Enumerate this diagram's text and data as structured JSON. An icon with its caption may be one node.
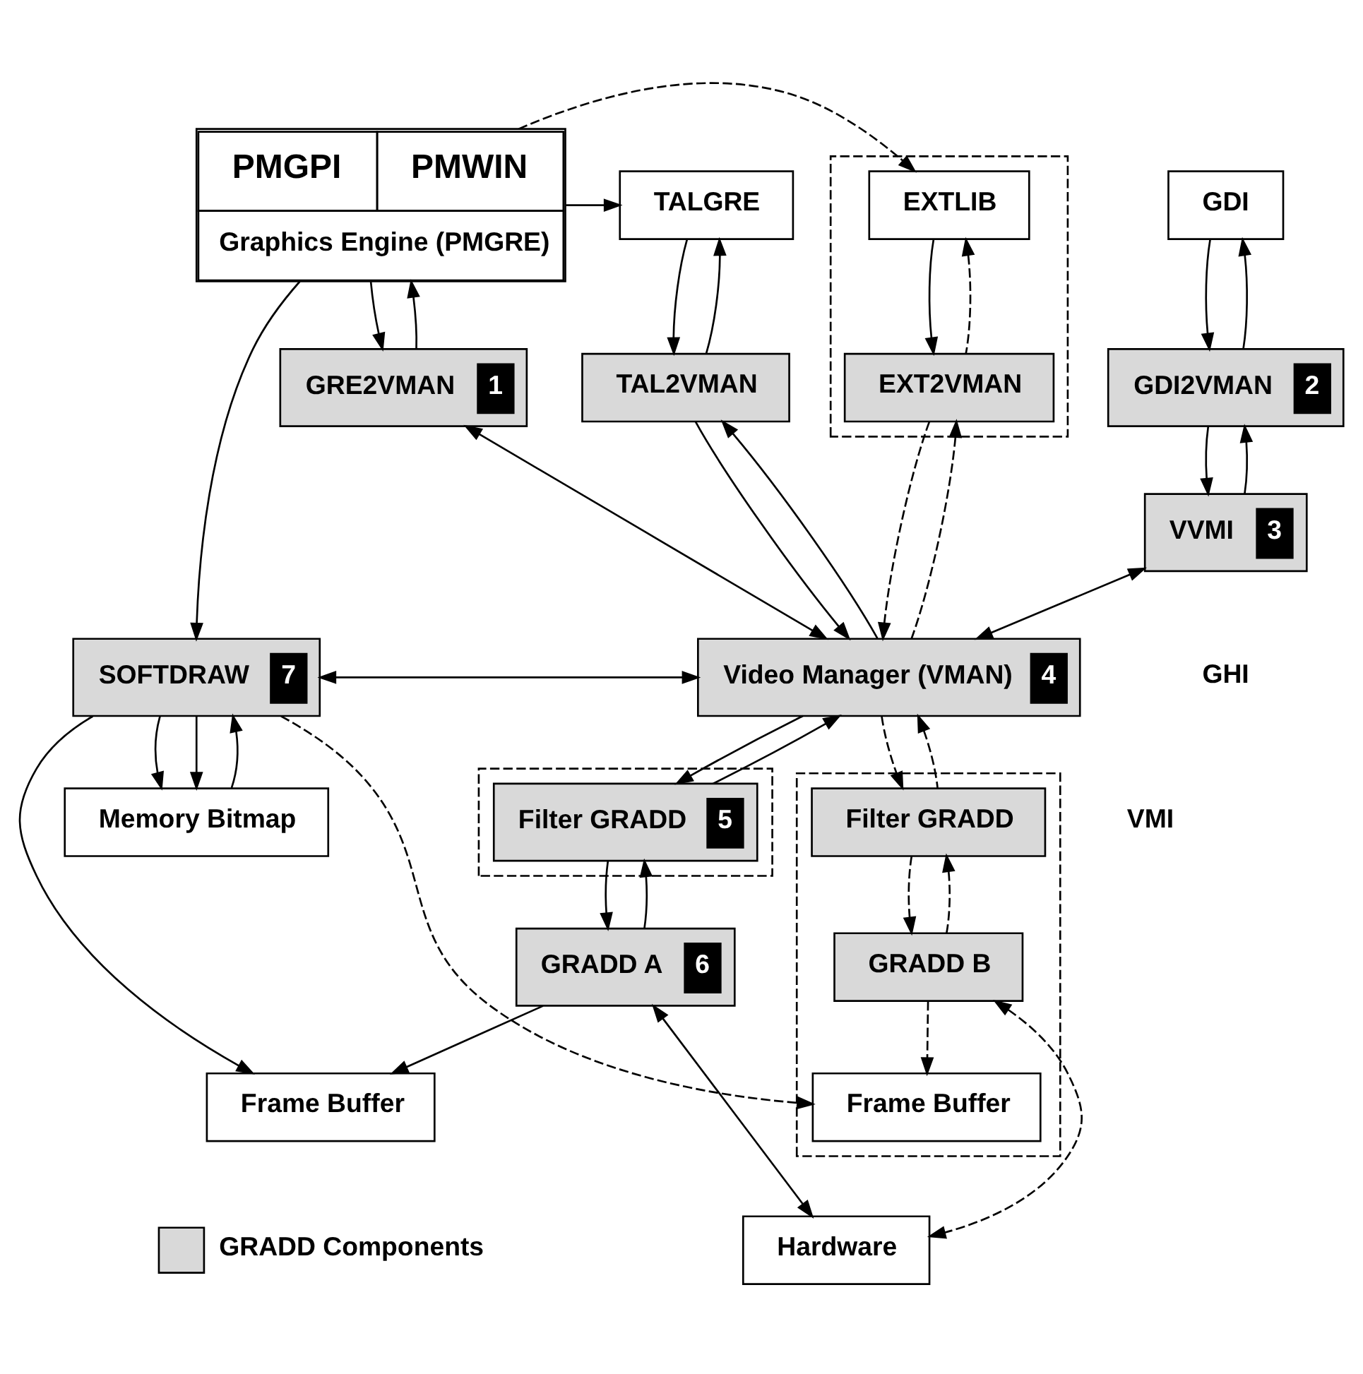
{
  "diagram": {
    "nodes": [
      {
        "text": [
          "PMGPI",
          "PMWIN",
          "Graphics Engine (PMGRE)"
        ]
      },
      {
        "text": [
          "GDI"
        ]
      },
      {
        "text": [
          "TALGRE"
        ]
      },
      {
        "text": [],
        "shape": "box"
      },
      {
        "text": [
          "EXTLIB"
        ],
        "in": 3
      },
      {
        "text": [
          "GRE2VMAN",
          "1"
        ]
      },
      {
        "text": [
          "GDI2VMAN",
          "2"
        ]
      },
      {
        "text": [
          "TAL2VMAN"
        ]
      },
      {
        "text": [
          "EXT2VMAN"
        ],
        "in": 3
      },
      {
        "text": [
          "VVMI",
          "3"
        ]
      },
      {
        "text": [
          "SOFTDRAW",
          "7"
        ]
      },
      {
        "text": [
          "Video Manager (VMAN)",
          "4"
        ]
      },
      {
        "text": [],
        "shape": "box"
      },
      {
        "text": [
          "Filter GRADD",
          "5"
        ],
        "in": 12
      },
      {
        "text": [],
        "shape": "box"
      },
      {
        "text": [
          "Filter GRADD"
        ],
        "in": 14
      },
      {
        "text": [
          "Memory Bitmap"
        ]
      },
      {
        "text": [
          "GRADD A",
          "6"
        ]
      },
      {
        "text": [
          "GRADD B"
        ],
        "in": 14
      },
      {
        "text": [
          "Frame Buffer"
        ]
      },
      {
        "text": [
          "Frame Buffer"
        ],
        "in": 14
      },
      {
        "text": [
          "Hardware"
        ]
      }
    ],
    "edges": [
      {
        "from": 0,
        "to": 5,
        "arrow": "to"
      },
      {
        "from": 5,
        "to": 0,
        "arrow": "to"
      },
      {
        "from": 0,
        "to": 2,
        "arrow": "to"
      },
      {
        "from": 0,
        "to": 4,
        "arrow": "to",
        "style": "dashed"
      },
      {
        "from": 0,
        "to": 10,
        "arrow": "to"
      },
      {
        "from": 1,
        "to": 6,
        "arrow": "to"
      },
      {
        "from": 6,
        "to": 1,
        "arrow": "to"
      },
      {
        "from": 2,
        "to": 7,
        "arrow": "to"
      },
      {
        "from": 7,
        "to": 2,
        "arrow": "to"
      },
      {
        "from": 4,
        "to": 8,
        "arrow": "to"
      },
      {
        "from": 8,
        "to": 4,
        "arrow": "to",
        "style": "dashed"
      },
      {
        "from": 6,
        "to": 9,
        "arrow": "to"
      },
      {
        "from": 9,
        "to": 6,
        "arrow": "to"
      },
      {
        "from": 5,
        "to": 11,
        "arrow": "both"
      },
      {
        "from": 9,
        "to": 11,
        "arrow": "both"
      },
      {
        "from": 7,
        "to": 11,
        "arrow": "to"
      },
      {
        "from": 11,
        "to": 7,
        "arrow": "to"
      },
      {
        "from": 8,
        "to": 11,
        "arrow": "to",
        "style": "dashed"
      },
      {
        "from": 11,
        "to": 8,
        "arrow": "to",
        "style": "dashed"
      },
      {
        "from": 10,
        "to": 11,
        "arrow": "both"
      },
      {
        "from": 10,
        "to": 16,
        "arrow": "to"
      },
      {
        "from": 10,
        "to": 16,
        "arrow": "to"
      },
      {
        "from": 16,
        "to": 10,
        "arrow": "to"
      },
      {
        "from": 10,
        "to": 19,
        "arrow": "to"
      },
      {
        "from": 10,
        "to": 20,
        "arrow": "to",
        "style": "dashed"
      },
      {
        "from": 11,
        "to": 13,
        "arrow": "to"
      },
      {
        "from": 13,
        "to": 11,
        "arrow": "to"
      },
      {
        "from": 11,
        "to": 15,
        "arrow": "to",
        "style": "dashed"
      },
      {
        "from": 15,
        "to": 11,
        "arrow": "to",
        "style": "dashed"
      },
      {
        "from": 13,
        "to": 17,
        "arrow": "to"
      },
      {
        "from": 17,
        "to": 13,
        "arrow": "to"
      },
      {
        "from": 15,
        "to": 18,
        "arrow": "to",
        "style": "dashed"
      },
      {
        "from": 18,
        "to": 15,
        "arrow": "to",
        "style": "dashed"
      },
      {
        "from": 17,
        "to": 19,
        "arrow": "to"
      },
      {
        "from": 18,
        "to": 20,
        "arrow": "to",
        "style": "dashed"
      },
      {
        "from": 17,
        "to": 21,
        "arrow": "both"
      },
      {
        "from": 18,
        "to": 21,
        "arrow": "both",
        "style": "dashed"
      }
    ],
    "labels": [
      "GHI",
      "VMI"
    ],
    "legend": [
      {
        "text": "GRADD Components",
        "color": "#d9d9d9"
      }
    ]
  }
}
